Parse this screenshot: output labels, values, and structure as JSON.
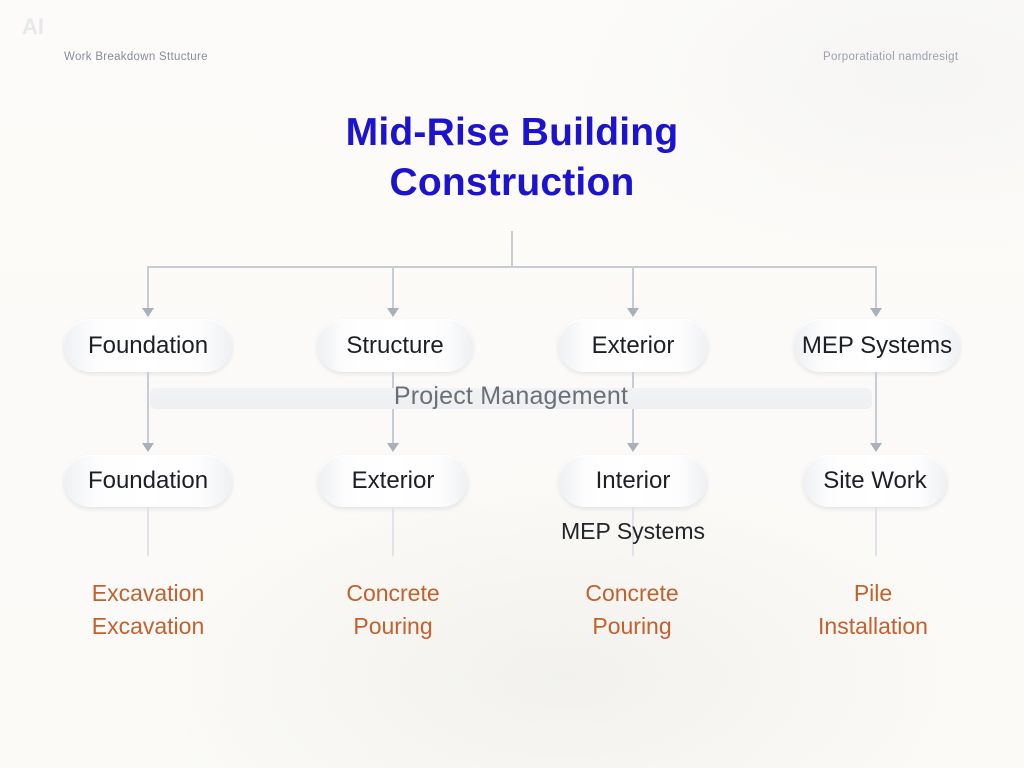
{
  "watermark": "AI",
  "header": {
    "left": "Work Breakdown Sttucture",
    "right": "Porporatiatiol namdresigt"
  },
  "title": {
    "line1": "Mid-Rise Building",
    "line2": "Construction"
  },
  "chart": {
    "type": "work-breakdown-structure-tree",
    "root": "Mid-Rise Building Construction",
    "level1": [
      {
        "label": "Foundation"
      },
      {
        "label": "Structure"
      },
      {
        "label": "Exterior"
      },
      {
        "label": "MEP Systems"
      }
    ],
    "band": {
      "label": "Project Management"
    },
    "level2": [
      {
        "label": "Foundation",
        "sublabel": ""
      },
      {
        "label": "Exterior",
        "sublabel": ""
      },
      {
        "label": "Interior",
        "sublabel": "MEP Systems"
      },
      {
        "label": "Site Work",
        "sublabel": ""
      }
    ],
    "tasks": [
      {
        "line1": "Excavation",
        "line2": "Excavation"
      },
      {
        "line1": "Concrete",
        "line2": "Pouring"
      },
      {
        "line1": "Concrete",
        "line2": "Pouring"
      },
      {
        "line1": "Pile",
        "line2": "Installation"
      }
    ]
  },
  "colors": {
    "title_blue": "#1c13cf",
    "task_orange": "#c2612e",
    "connector_gray": "#c7ccd4",
    "band_gray": "#eef0f2",
    "node_text": "#1c1f24",
    "band_text": "#6b7078"
  }
}
